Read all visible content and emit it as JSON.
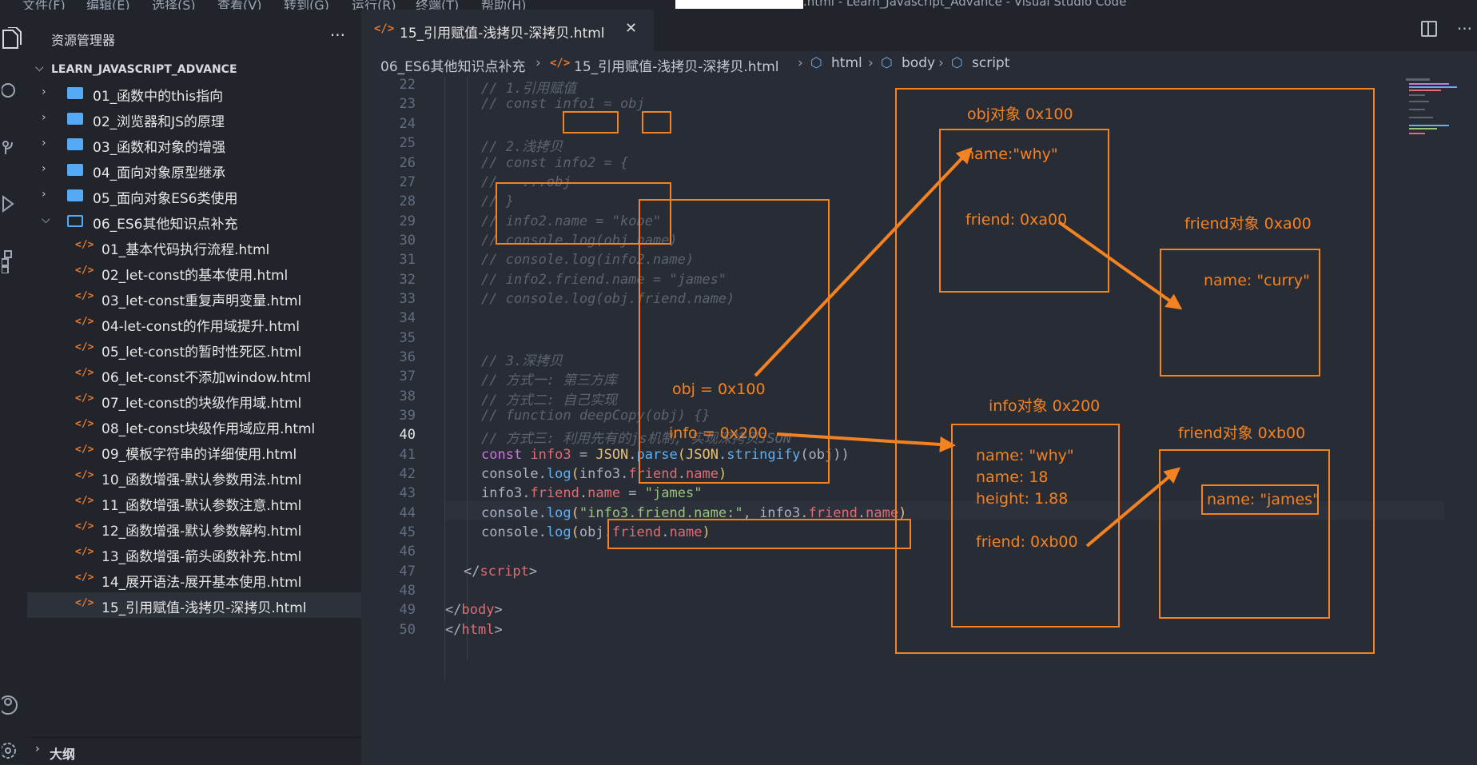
{
  "titlebar": {
    "menus": [
      "文件(F)",
      "编辑(E)",
      "选择(S)",
      "查看(V)",
      "转到(G)",
      "运行(R)",
      "终端(T)",
      "帮助(H)"
    ],
    "window_title": ".html - Learn_Javascript_Advance - Visual Studio Code"
  },
  "sidebar": {
    "title": "资源管理器",
    "project": "LEARN_JAVASCRIPT_ADVANCE",
    "folders": [
      "01_函数中的this指向",
      "02_浏览器和JS的原理",
      "03_函数和对象的增强",
      "04_面向对象原型继承",
      "05_面向对象ES6类使用",
      "06_ES6其他知识点补充"
    ],
    "files": [
      "01_基本代码执行流程.html",
      "02_let-const的基本使用.html",
      "03_let-const重复声明变量.html",
      "04-let-const的作用域提升.html",
      "05_let-const的暂时性死区.html",
      "06_let-const不添加window.html",
      "07_let-const的块级作用域.html",
      "08_let-const块级作用域应用.html",
      "09_模板字符串的详细使用.html",
      "10_函数增强-默认参数用法.html",
      "11_函数增强-默认参数注意.html",
      "12_函数增强-默认参数解构.html",
      "13_函数增强-箭头函数补充.html",
      "14_展开语法-展开基本使用.html",
      "15_引用赋值-浅拷贝-深拷贝.html"
    ],
    "outline": "大纲"
  },
  "tab": {
    "label": "15_引用赋值-浅拷贝-深拷贝.html"
  },
  "breadcrumb": {
    "folder": "06_ES6其他知识点补充",
    "file": "15_引用赋值-浅拷贝-深拷贝.html",
    "html": "html",
    "body": "body",
    "script": "script"
  },
  "editor": {
    "line_numbers": [
      "22",
      "23",
      "24",
      "25",
      "26",
      "27",
      "28",
      "29",
      "30",
      "31",
      "32",
      "33",
      "34",
      "35",
      "36",
      "37",
      "38",
      "39",
      "40",
      "41",
      "42",
      "43",
      "44",
      "45",
      "46",
      "47",
      "48",
      "49",
      "50"
    ],
    "current_line": "40",
    "code": {
      "l22": "// 1.引用赋值",
      "l23": "// const info1 = obj",
      "l25": "// 2.浅拷贝",
      "l26": "// const info2 = {",
      "l27": "//   ...obj",
      "l28": "// }",
      "l29": "// info2.name = \"kobe\"",
      "l30": "// console.log(obj.name)",
      "l31": "// console.log(info2.name)",
      "l32": "// info2.friend.name = \"james\"",
      "l33": "// console.log(obj.friend.name)",
      "l36": "// 3.深拷贝",
      "l37": "// 方式一: 第三方库",
      "l38": "// 方式二: 自己实现",
      "l39": "// function deepCopy(obj) {}",
      "l40": "// 方式三: 利用先有的js机制, 实现深拷贝JSON",
      "l41": [
        "const",
        " ",
        "info3",
        " = ",
        "JSON",
        ".",
        "parse",
        "(",
        "JSON",
        ".",
        "stringify",
        "(obj))"
      ],
      "l42": [
        "console",
        ".",
        "log",
        "(",
        "info3",
        ".",
        "friend",
        ".",
        "name",
        ")"
      ],
      "l43": [
        "info3",
        ".",
        "friend",
        ".",
        "name",
        " = ",
        "\"james\""
      ],
      "l44": [
        "console",
        ".",
        "log",
        "(",
        "\"info3.friend.name:\"",
        ", ",
        "info3",
        ".",
        "friend",
        ".",
        "name",
        ")"
      ],
      "l45": [
        "console",
        ".",
        "log",
        "(",
        "obj",
        ".",
        "friend",
        ".",
        "name",
        ")"
      ],
      "l47": [
        "</",
        "script",
        ">"
      ],
      "l49": [
        "</",
        "body",
        ">"
      ],
      "l50": [
        "</",
        "html",
        ">"
      ]
    }
  },
  "annotations": {
    "obj_ptr": "obj = 0x100",
    "info_ptr": "info = 0x200",
    "obj_title": "obj对象 0x100",
    "obj_name": "name:\"why\"",
    "obj_friend": "friend: 0xa00",
    "friend_a_title": "friend对象 0xa00",
    "friend_a_name": "name: \"curry\"",
    "info_title": "info对象 0x200",
    "info_name": "name: \"why\"",
    "info_name2": "name: 18",
    "info_height": "height: 1.88",
    "info_friend": "friend: 0xb00",
    "friend_b_title": "friend对象 0xb00",
    "friend_b_name": "name: \"james\"",
    "color": "#f58220"
  }
}
